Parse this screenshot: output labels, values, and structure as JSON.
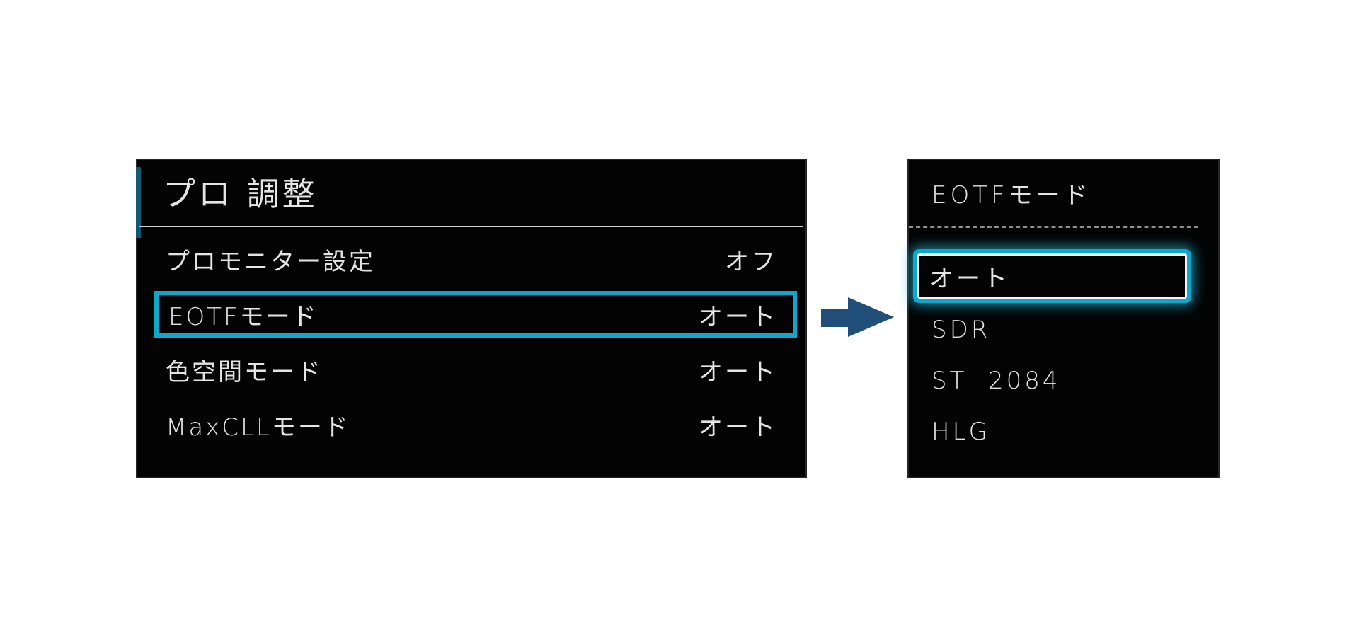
{
  "colors": {
    "page-bg": "#ffffff",
    "panel-bg": "#030303",
    "panel-edge": "#262626",
    "text": "#e4e4e4",
    "cyan": "#10a7cd",
    "teal-accent": "#0d5a72",
    "separator": "#cfcfcf",
    "dash-separator": "#8f8f8f",
    "white-border": "#f4f4f4",
    "arrow": "#1f4e79"
  },
  "left_panel": {
    "title": "プロ 調整",
    "rows": [
      {
        "label": "プロモニター設定",
        "value": "オフ",
        "selected": false
      },
      {
        "label": "EOTFモード",
        "value": "オート",
        "selected": true
      },
      {
        "label": "色空間モード",
        "value": "オート",
        "selected": false
      },
      {
        "label": "MaxCLLモード",
        "value": "オート",
        "selected": false
      }
    ]
  },
  "arrow": {
    "icon": "right-arrow"
  },
  "right_panel": {
    "title": "EOTFモード",
    "options": [
      {
        "label": "オート",
        "selected": true
      },
      {
        "label": "SDR",
        "selected": false
      },
      {
        "label": "ST  2084",
        "selected": false
      },
      {
        "label": "HLG",
        "selected": false
      }
    ]
  }
}
